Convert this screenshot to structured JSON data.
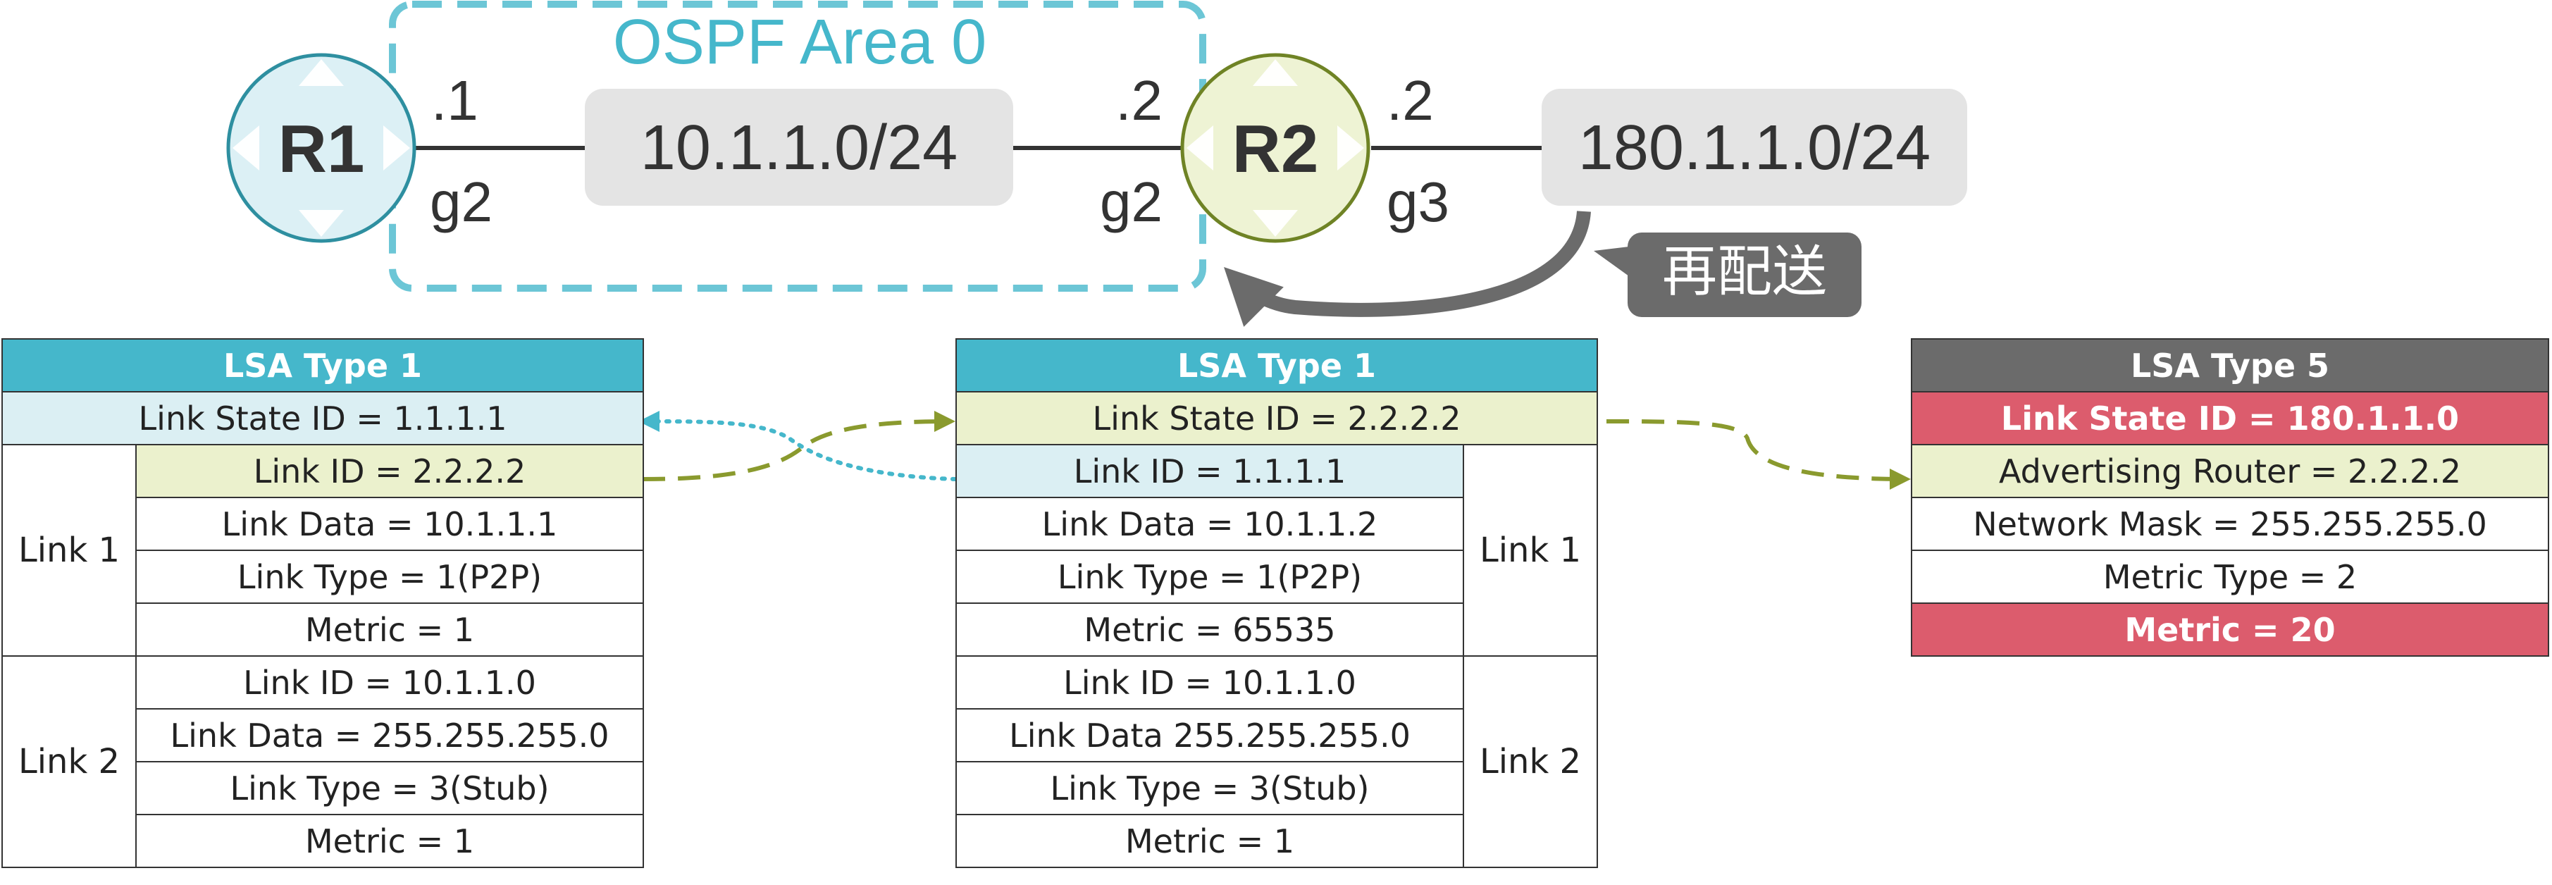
{
  "topology": {
    "area_label": "OSPF Area 0",
    "r1": {
      "name": "R1",
      "addr": ".1",
      "iface": "g2"
    },
    "network1": "10.1.1.0/24",
    "r2": {
      "name": "R2",
      "addr_left": ".2",
      "iface_left": "g2",
      "addr_right": ".2",
      "iface_right": "g3"
    },
    "network2": "180.1.1.0/24",
    "redistribute_label": "再配送"
  },
  "lsa_r1": {
    "header": "LSA Type 1",
    "link_state_id": "Link State ID = 1.1.1.1",
    "links": [
      {
        "label": "Link 1",
        "rows": [
          "Link ID = 2.2.2.2",
          "Link Data = 10.1.1.1",
          "Link Type = 1(P2P)",
          "Metric = 1"
        ]
      },
      {
        "label": "Link 2",
        "rows": [
          "Link ID = 10.1.1.0",
          "Link Data = 255.255.255.0",
          "Link Type = 3(Stub)",
          "Metric = 1"
        ]
      }
    ]
  },
  "lsa_r2": {
    "header": "LSA Type 1",
    "link_state_id": "Link State ID = 2.2.2.2",
    "links": [
      {
        "label": "Link 1",
        "rows": [
          "Link ID = 1.1.1.1",
          "Link Data = 10.1.1.2",
          "Link Type = 1(P2P)",
          "Metric = 65535"
        ]
      },
      {
        "label": "Link 2",
        "rows": [
          "Link ID = 10.1.1.0",
          "Link Data 255.255.255.0",
          "Link Type = 3(Stub)",
          "Metric = 1"
        ]
      }
    ]
  },
  "lsa_ext": {
    "header": "LSA Type 5",
    "rows": [
      "Link State ID = 180.1.1.0",
      "Advertising Router = 2.2.2.2",
      "Network Mask = 255.255.255.0",
      "Metric Type = 2",
      "Metric = 20"
    ]
  },
  "colors": {
    "teal": "#45b7cb",
    "light_blue": "#dbeff3",
    "light_green": "#ebf1cd",
    "olive": "#8a9a2e",
    "red": "#dc5c6d",
    "gray": "#6b6b6b"
  }
}
